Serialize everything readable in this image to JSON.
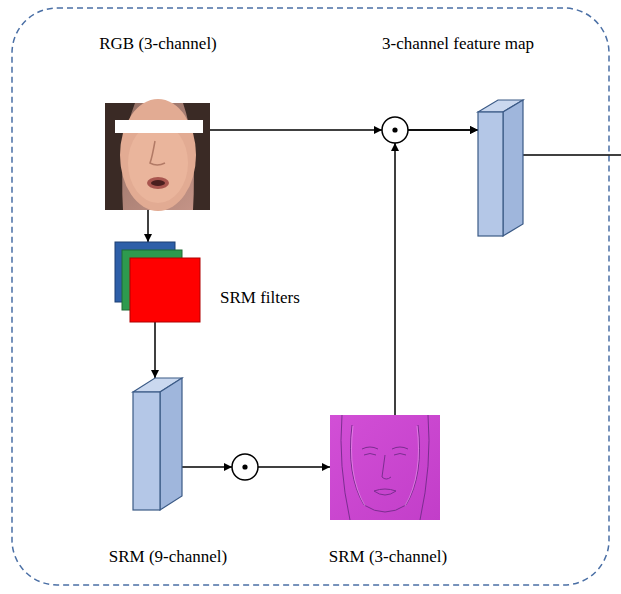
{
  "diagram": {
    "nodes": [
      {
        "text": [
          "RGB (3-channel)"
        ]
      },
      {
        "text": [
          "3-channel feature map"
        ]
      },
      {
        "text": [
          "SRM filters"
        ]
      },
      {
        "text": [
          "SRM (9-channel)"
        ]
      },
      {
        "text": [
          "SRM (3-channel)"
        ]
      }
    ],
    "edges": [
      {
        "from": 0,
        "to": 1,
        "arrow": "to"
      },
      {
        "from": 4,
        "to": 1,
        "arrow": "to"
      },
      {
        "from": 0,
        "to": 2,
        "arrow": "to"
      },
      {
        "from": 2,
        "to": 3,
        "arrow": "to"
      },
      {
        "from": 3,
        "to": 4,
        "arrow": "to"
      }
    ]
  }
}
